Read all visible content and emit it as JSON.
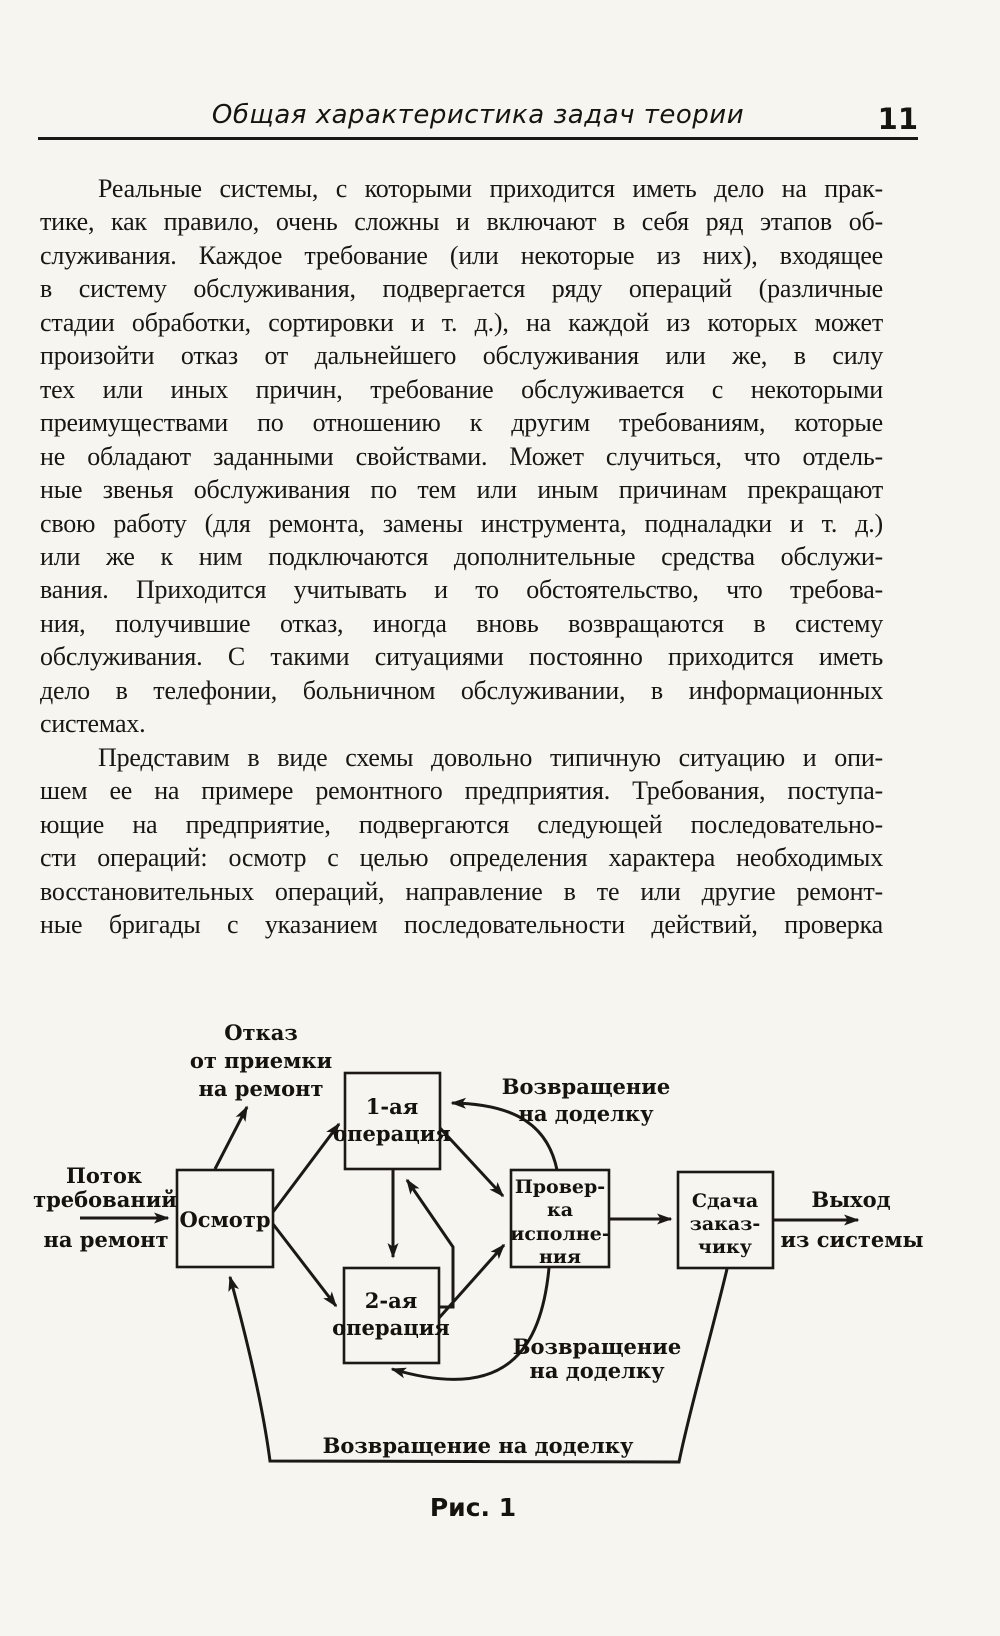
{
  "page": {
    "header_title": "Общая характеристика задач теории",
    "number": "11"
  },
  "body": {
    "paragraphs": [
      {
        "indent": true,
        "last_unjustified": true,
        "lines": [
          "Реальные системы, с которыми приходится иметь дело на прак-",
          "тике, как правило, очень сложны и включают в себя ряд этапов об-",
          "служивания. Каждое требование (или некоторые из них), входящее",
          "в систему обслуживания, подвергается ряду операций (различные",
          "стадии обработки, сортировки и т. д.), на каждой из которых может",
          "произойти отказ от дальнейшего обслуживания или же, в силу",
          "тех или иных причин, требование обслуживается с некоторыми",
          "преимуществами по отношению к другим требованиям, которые",
          "не обладают заданными свойствами. Может случиться, что отдель-",
          "ные звенья обслуживания по тем или иным причинам прекращают",
          "свою работу (для ремонта, замены инструмента, подналадки и т. д.)",
          "или же к ним подключаются дополнительные средства обслужи-",
          "вания. Приходится учитывать и то обстоятельство, что требова-",
          "ния, получившие отказ, иногда вновь возвращаются в систему",
          "обслуживания. С такими ситуациями постоянно приходится иметь",
          "дело в телефонии, больничном обслуживании, в информационных",
          "системах."
        ]
      },
      {
        "indent": true,
        "last_unjustified": false,
        "lines": [
          "Представим в виде схемы довольно типичную ситуацию и опи-",
          "шем ее на примере ремонтного предприятия. Требования, поступа-",
          "ющие на предприятие, подвергаются следующей последовательно-",
          "сти операций: осмотр с целью определения характера необходимых",
          "восстановительных операций, направление в те или другие ремонт-",
          "ные бригады с указанием последовательности действий, проверка"
        ]
      }
    ]
  },
  "figure": {
    "caption": "Рис. 1",
    "flow_in": [
      "Поток",
      "требований",
      "на ремонт"
    ],
    "reject": [
      "Отказ",
      "от приемки",
      "на ремонт"
    ],
    "box_osmotr": "Осмотр",
    "box_op1": [
      "1-ая",
      "операция"
    ],
    "box_op2": [
      "2-ая",
      "операция"
    ],
    "box_proverka": [
      "Провер-",
      "ка",
      "исполне-",
      "ния"
    ],
    "box_sdacha": [
      "Сдача",
      "заказ-",
      "чику"
    ],
    "exit": [
      "Выход",
      "из системы"
    ],
    "return_top": [
      "Возвращение",
      "на доделку"
    ],
    "return_mid": [
      "Возвращение",
      "на доделку"
    ],
    "return_bottom": "Возвращение на доделку",
    "ink_color": "#1b1815",
    "paper_color": "#f7f5ef"
  }
}
